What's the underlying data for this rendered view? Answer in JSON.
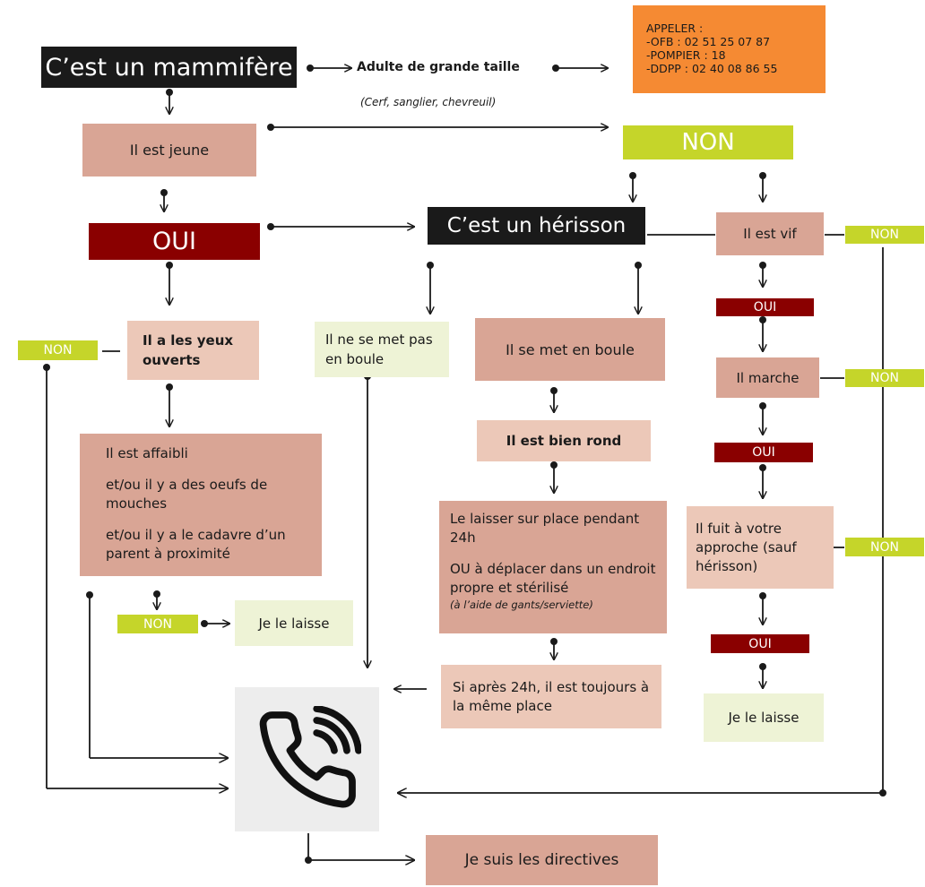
{
  "nodes": {
    "mammifere": "C’est un mammifère",
    "adulte": "Adulte de grande taille",
    "adulte_sub": "(Cerf, sanglier, chevreuil)",
    "appeler_title": "APPELER :",
    "appeler_lines": [
      "-OFB : 02 51 25 07 87",
      "-POMPIER : 18",
      "-DDPP : 02 40 08 86 55"
    ],
    "jeune": "Il est jeune",
    "non_top": "NON",
    "oui_main": "OUI",
    "herisson": "C’est un hérisson",
    "vif": "Il est vif",
    "non_vif": "NON",
    "yeux": "Il a les yeux ouverts",
    "non_yeux": "NON",
    "pas_boule": "Il ne se met pas en boule",
    "boule": "Il se met en boule",
    "oui_vif": "OUI",
    "marche": "Il marche",
    "non_marche": "NON",
    "rond": "Il est bien rond",
    "oui_marche": "OUI",
    "affaibli": [
      "Il est affaibli",
      "et/ou il y a des oeufs de mouches",
      "et/ou il y a le cadavre d’un parent à proximité"
    ],
    "laisser_24h": "Le laisser sur place pendant 24h",
    "deplacer": "OU à déplacer dans un endroit propre et stérilisé",
    "deplacer_note": "(à l’aide de gants/serviette)",
    "fuit": "Il fuit à votre approche (sauf hérisson)",
    "non_fuit": "NON",
    "non_affaibli": "NON",
    "laisse_1": "Je le laisse",
    "oui_fuit": "OUI",
    "apres24": "Si après 24h, il est toujours à la même place",
    "laisse_2": "Je le laisse",
    "directives": "Je suis les directives"
  },
  "icons": {
    "call": "phone-call-icon"
  },
  "colors": {
    "black": "#1a1a1a",
    "dark_red": "#8a0000",
    "lime": "#c5d52a",
    "rose": "#d9a595",
    "pink": "#ecc8b8",
    "pale_green": "#eef3d6",
    "orange": "#f58a33"
  }
}
